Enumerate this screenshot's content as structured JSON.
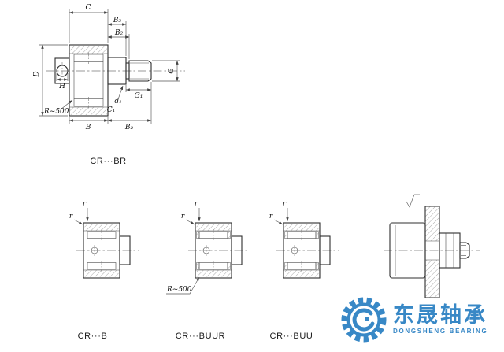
{
  "main_view": {
    "label": "CR···BR",
    "dims": {
      "C": "C",
      "B3": "B₃",
      "B2_top": "B₂",
      "D": "D",
      "H": "H",
      "G": "G",
      "G1": "G₁",
      "d1": "d₁",
      "C1": "C₁",
      "R500": "R~500",
      "B": "B",
      "B2_bottom": "B₂"
    }
  },
  "small_views": [
    {
      "label": "CR···B",
      "dims": {
        "r": "r"
      }
    },
    {
      "label": "CR···BUUR",
      "dims": {
        "r": "r",
        "R500": "R~500"
      }
    },
    {
      "label": "CR···BUU",
      "dims": {
        "r": "r"
      }
    }
  ],
  "watermark": {
    "cn": "东晟轴承",
    "en": "DONGSHENG BEARING",
    "color": "#2e82c4"
  }
}
